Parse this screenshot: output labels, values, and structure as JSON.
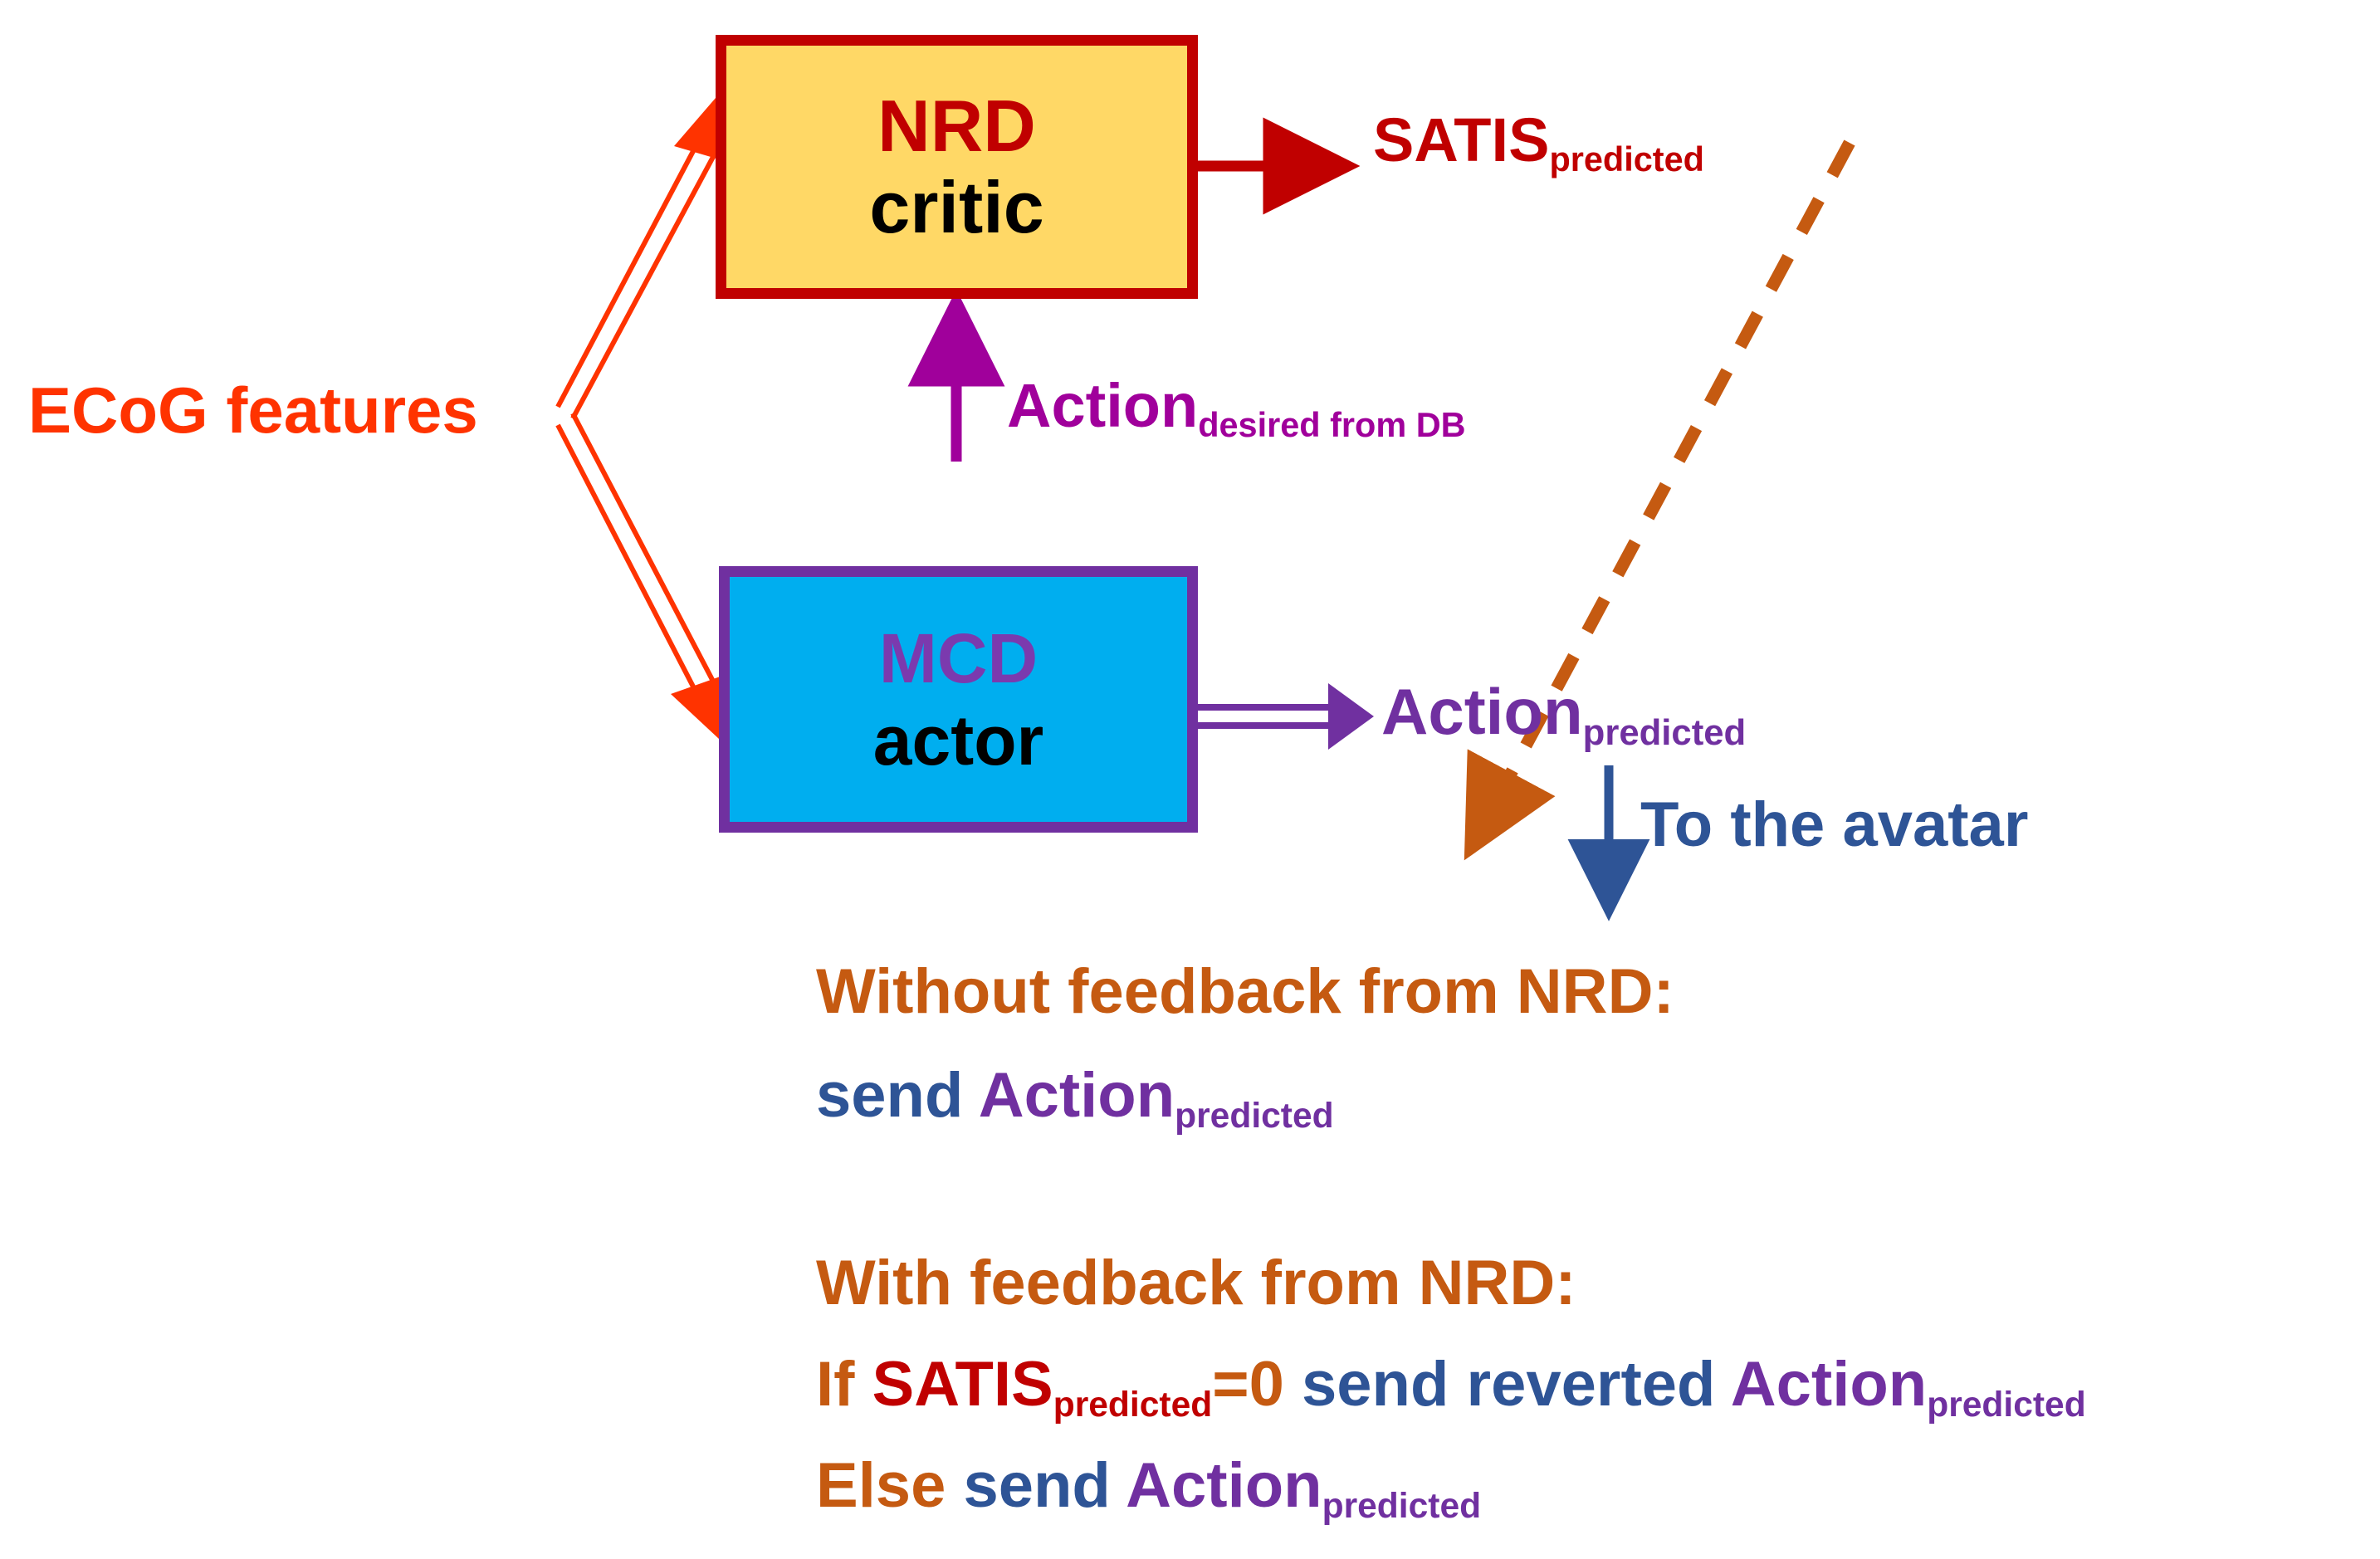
{
  "diagram": {
    "title": "NRD critic / MCD actor BCI feedback loop",
    "colors": {
      "nrd_fill": "#FFD866",
      "nrd_border": "#C00000",
      "mcd_fill": "#00AEEF",
      "mcd_border": "#7030A0",
      "ecog_orange_red": "#FF3300",
      "satis_red": "#C00000",
      "action_magenta": "#A0009B",
      "action_purple": "#7030A0",
      "avatar_blue": "#2E5496",
      "feedback_orange": "#C55A11"
    },
    "nodes": {
      "nrd": {
        "line1": "NRD",
        "line2": "critic"
      },
      "mcd": {
        "line1": "MCD",
        "line2": "actor"
      }
    },
    "labels": {
      "ecog_features": "ECoG features",
      "satis_predicted": {
        "base": "SATIS",
        "sub": "predicted"
      },
      "action_desired": {
        "base": "Action",
        "sub": "desired from DB"
      },
      "action_predicted": {
        "base": "Action",
        "sub": "predicted"
      },
      "to_the_avatar": "To the avatar"
    },
    "notes": {
      "without_title": "Without feedback from NRD:",
      "without_body": {
        "send": "send ",
        "action": "Action",
        "action_sub": "predicted"
      },
      "with_title": "With feedback from NRD:",
      "with_line1": {
        "if": "If ",
        "satis": "SATIS",
        "satis_sub": "predicted",
        "eq": "=0",
        "send": " send reverted ",
        "action": "Action",
        "action_sub": "predicted"
      },
      "with_line2": {
        "else": "Else ",
        "send": "send ",
        "action": "Action",
        "action_sub": "predicted"
      }
    },
    "edges": [
      {
        "name": "ecog-to-nrd",
        "style": "double-line-arrow",
        "color": "#FF3300"
      },
      {
        "name": "ecog-to-mcd",
        "style": "double-line-arrow",
        "color": "#FF3300"
      },
      {
        "name": "nrd-to-satis",
        "style": "solid-arrow",
        "color": "#C00000"
      },
      {
        "name": "action-desired-to-nrd",
        "style": "solid-arrow-up",
        "color": "#A0009B"
      },
      {
        "name": "mcd-to-action",
        "style": "double-line-arrow",
        "color": "#7030A0"
      },
      {
        "name": "satis-feedback-dashed",
        "style": "dashed-arrow",
        "color": "#C55A11"
      },
      {
        "name": "action-to-avatar",
        "style": "solid-arrow-down",
        "color": "#2E5496"
      }
    ]
  }
}
